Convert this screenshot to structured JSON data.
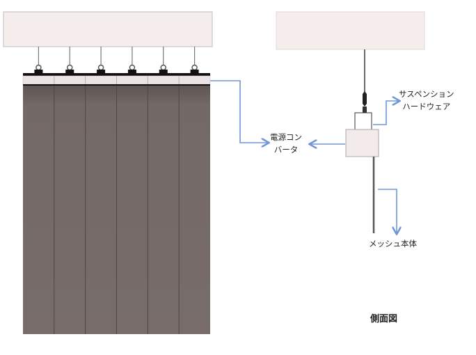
{
  "labels": {
    "suspension_line1": "サスペンション",
    "suspension_line2": "ハードウェア",
    "converter_line1": "電源コン",
    "converter_line2": "バータ",
    "mesh_body": "メッシュ本体"
  },
  "view_title": "側面図",
  "panel_count": 6,
  "colors": {
    "arrow": "#7096d8",
    "panel": "#736967",
    "ceiling": "#f6eded"
  }
}
